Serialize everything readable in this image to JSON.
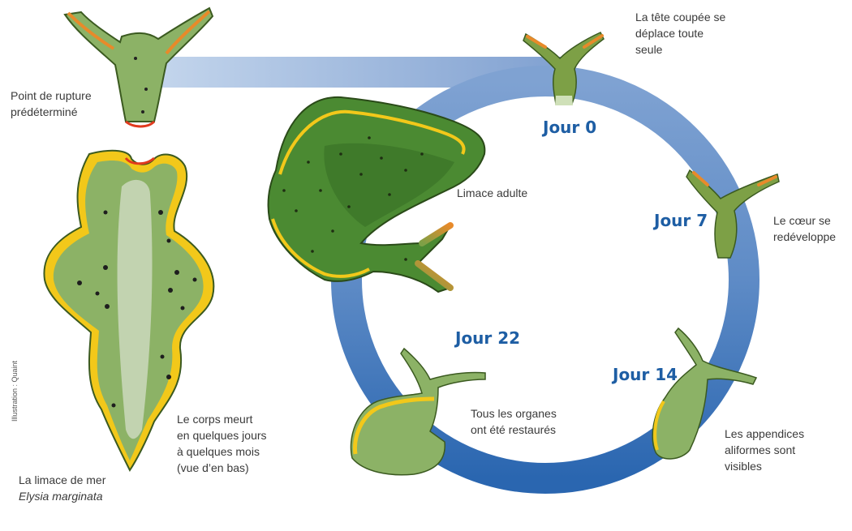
{
  "labels": {
    "rupture": [
      "Point de rupture",
      "prédéterminé"
    ],
    "head_moves": [
      "La tête coupée se",
      "déplace toute",
      "seule"
    ],
    "adult": "Limace adulte",
    "heart": [
      "Le cœur se",
      "redéveloppe"
    ],
    "appendages": [
      "Les appendices",
      "aliformes sont",
      "visibles"
    ],
    "organs": [
      "Tous les organes",
      "ont été restaurés"
    ],
    "body_dies": [
      "Le corps meurt",
      "en quelques jours",
      "à quelques mois",
      "(vue d’en bas)"
    ],
    "species_line1": "La limace de mer",
    "species_name": "Elysia marginata"
  },
  "days": {
    "d0": "Jour 0",
    "d7": "Jour 7",
    "d14": "Jour 14",
    "d22": "Jour 22"
  },
  "credit": "Illustration : Quaint",
  "colors": {
    "cycle_blue": "#2a66b0",
    "cycle_light": "#aac4e4",
    "body_green": "#8cb266",
    "dark_green": "#4b8a32",
    "edge_yellow": "#f2c81a",
    "tip_orange": "#e88a2a",
    "cut_red": "#e03a1e"
  }
}
